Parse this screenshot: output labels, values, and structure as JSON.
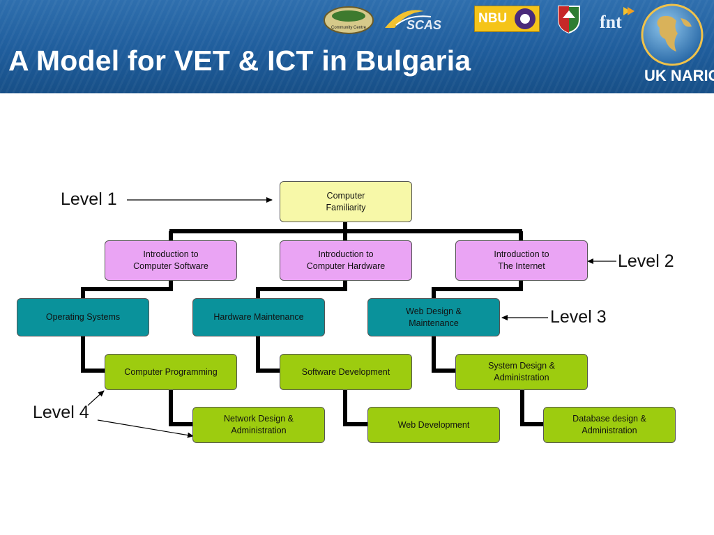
{
  "header": {
    "title": "A Model for VET & ICT in Bulgaria",
    "logos": [
      "Pirdop Community Centre",
      "SCAS",
      "NBU",
      "crest",
      "fnt",
      "UK NARIC"
    ],
    "logo_texts": {
      "community": "Community Centre",
      "scas": "SCAS",
      "nbu": "NBU",
      "fnt": "fnt",
      "naric": "UK NARIC"
    }
  },
  "diagram": {
    "nodes": {
      "computer_familiarity": "Computer Familiarity",
      "intro_software": "Introduction to Computer Software",
      "intro_hardware": "Introduction to Computer Hardware",
      "intro_internet": "Introduction to The Internet",
      "operating_systems": "Operating Systems",
      "hardware_maintenance": "Hardware Maintenance",
      "web_design": "Web Design & Maintenance",
      "computer_programming": "Computer Programming",
      "software_development": "Software Development",
      "system_design": "System Design & Administration",
      "network_design": "Network Design & Administration",
      "web_development": "Web Development",
      "database_design": "Database design & Administration"
    },
    "level_labels": {
      "level1": "Level 1",
      "level2": "Level 2",
      "level3": "Level 3",
      "level4": "Level 4"
    },
    "colors": {
      "level1": "#f7f8a8",
      "level2": "#eaa4f4",
      "level3": "#0a929b",
      "level4": "#9dcc0f",
      "connector": "#000000"
    }
  }
}
